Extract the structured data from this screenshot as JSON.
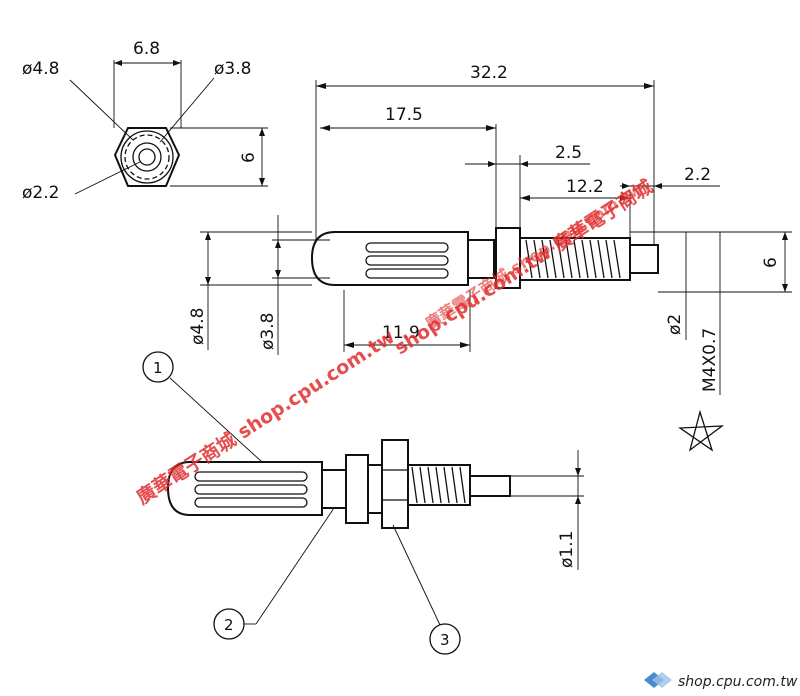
{
  "end_view": {
    "dim_width": "6.8",
    "dim_outer_left": "ø4.8",
    "dim_inner_right": "ø3.8",
    "dim_bore": "ø2.2",
    "dim_height": "6"
  },
  "side_view": {
    "dim_overall": "32.2",
    "dim_plug_length": "17.5",
    "dim_collar": "2.5",
    "dim_thread_length": "12.2",
    "dim_tip": "2.2",
    "dim_nut_height": "6",
    "dim_outer_dia": "ø4.8",
    "dim_inner_dia": "ø3.8",
    "dim_spring_length": "11.9",
    "dim_pin_dia": "ø2",
    "dim_thread": "M4X0.7"
  },
  "assembly_view": {
    "callout_1": "1",
    "callout_2": "2",
    "callout_3": "3",
    "dim_wire": "ø1.1"
  },
  "watermarks": {
    "primary": "廣華電子商城 shop.cpu.com.tw",
    "secondary": "shop.cpu.com.tw 廣華電子商城",
    "tertiary": "廣華電子商城 shop.cpu.com.tw"
  },
  "footer": {
    "site": "shop.cpu.com.tw"
  }
}
